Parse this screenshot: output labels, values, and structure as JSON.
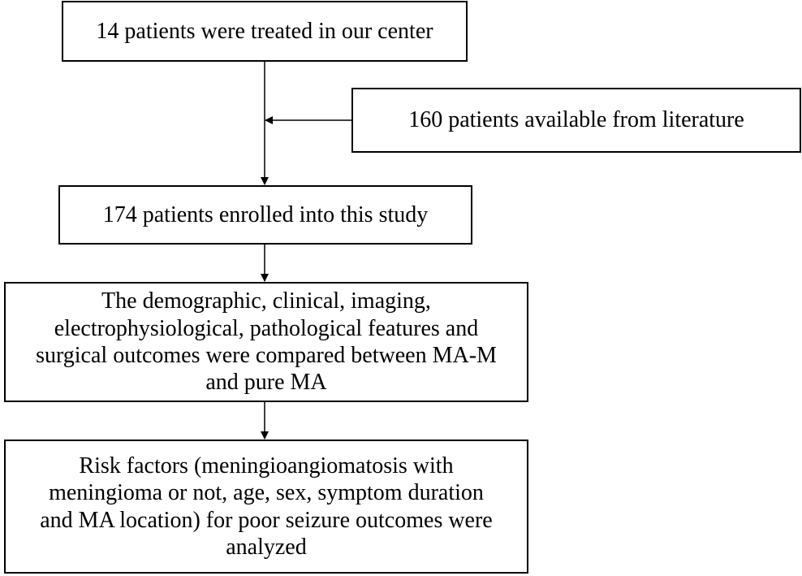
{
  "flowchart": {
    "nodes": [
      {
        "id": "treated",
        "lines": [
          "14 patients were treated in our center"
        ]
      },
      {
        "id": "literature",
        "lines": [
          "160 patients available from literature"
        ]
      },
      {
        "id": "enrolled",
        "lines": [
          "174 patients enrolled into this study"
        ]
      },
      {
        "id": "compared",
        "lines": [
          "The demographic, clinical, imaging,",
          "electrophysiological, pathological features and",
          "surgical outcomes were compared between MA-M",
          "and pure MA"
        ]
      },
      {
        "id": "risk",
        "lines": [
          "Risk factors (meningioangiomatosis with",
          "meningioma or not, age, sex, symptom duration",
          "and MA location) for poor seizure outcomes were",
          "analyzed"
        ]
      }
    ],
    "edges": [
      {
        "from": "treated",
        "to": "enrolled"
      },
      {
        "from": "literature",
        "to": "treated-enrolled-line"
      },
      {
        "from": "enrolled",
        "to": "compared"
      },
      {
        "from": "compared",
        "to": "risk"
      }
    ]
  },
  "colors": {
    "stroke": "#000000",
    "background": "#ffffff"
  }
}
